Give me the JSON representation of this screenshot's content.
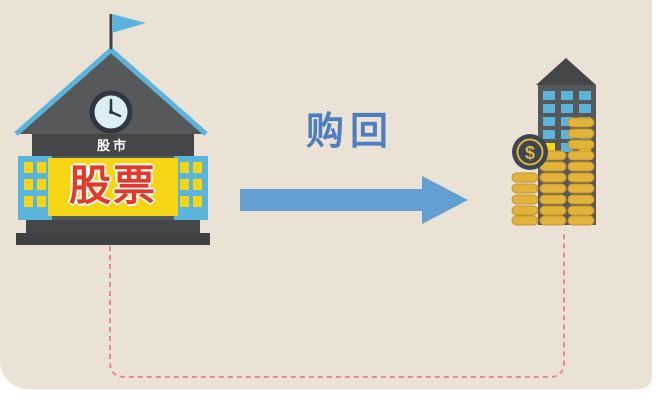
{
  "diagram": {
    "left_building": {
      "sign": "股市",
      "banner": "股票"
    },
    "arrow": {
      "label": "购回",
      "direction": "right"
    },
    "right_building": {
      "coin_symbol": "$"
    },
    "icons": {
      "flag": "flag-icon",
      "clock": "clock-icon",
      "dollar_coin": "dollar-coin-icon"
    },
    "colors": {
      "background": "#ebe2d6",
      "building_gray": "#57585a",
      "building_dark": "#454648",
      "trim_blue": "#5bb4dc",
      "banner_yellow": "#f6d515",
      "banner_text_red": "#e23a2a",
      "arrow_blue": "#649fd4",
      "label_blue": "#4d7fc0",
      "coin_gold": "#e2b33b",
      "coin_navy": "#3c4653",
      "dashed_pink": "#e28b95"
    }
  }
}
